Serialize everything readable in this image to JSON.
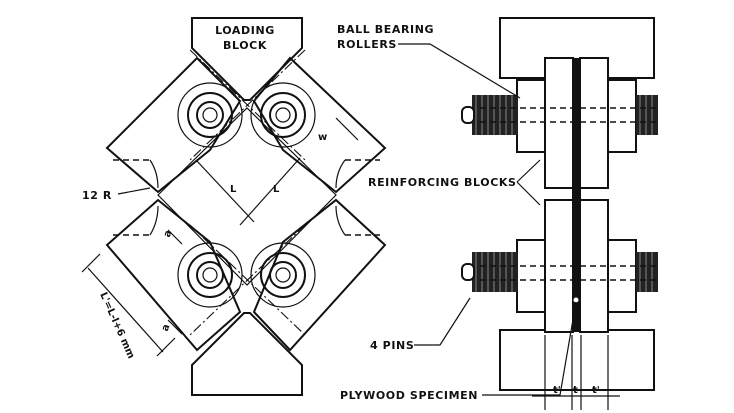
{
  "labels": {
    "loading_block_1": "LOADING",
    "loading_block_2": "BLOCK",
    "ball_bearing_1": "BALL BEARING",
    "ball_bearing_2": "ROLLERS",
    "reinforcing_blocks": "REINFORCING BLOCKS",
    "radius": "12 R",
    "pins": "4 PINS",
    "plywood_specimen": "PLYWOOD SPECIMEN"
  },
  "dimensions": {
    "w": "w",
    "l_upper": "L",
    "l_lower": "L",
    "a_upper": "a",
    "a_lower": "a",
    "l_prime": "L'=L-l+6 mm",
    "t_left": "t'",
    "t_mid": "t",
    "t_right": "t'"
  }
}
